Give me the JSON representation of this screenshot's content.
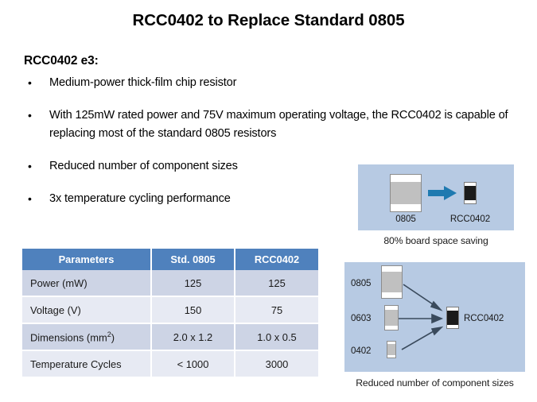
{
  "slide": {
    "title": "RCC0402 to Replace Standard 0805"
  },
  "content": {
    "lead_label": "RCC0402 e3:",
    "bullet_mark": "•",
    "bullets": [
      "Medium-power thick-film chip resistor",
      "With 125mW rated power and 75V maximum operating voltage, the RCC0402 is capable of replacing most of the standard 0805 resistors",
      "Reduced number of component sizes",
      "3x temperature cycling performance"
    ]
  },
  "table": {
    "headers": [
      "Parameters",
      "Std. 0805",
      "RCC0402"
    ],
    "rows": [
      {
        "parameter": "Power (mW)",
        "std0805": "125",
        "rcc0402": "125"
      },
      {
        "parameter": "Voltage (V)",
        "std0805": "150",
        "rcc0402": "75"
      },
      {
        "parameter": "Dimensions (mm",
        "parameter_sup": "2",
        "parameter_tail": ")",
        "std0805": "2.0 x 1.2",
        "rcc0402": "1.0 x 0.5"
      },
      {
        "parameter": "Temperature  Cycles",
        "std0805": "< 1000",
        "rcc0402": "3000"
      }
    ],
    "colors": {
      "header_bg": "#4F81BD",
      "header_text": "#FFFFFF",
      "row_odd_bg": "#CDD4E5",
      "row_even_bg": "#E7EAF3"
    }
  },
  "figures": {
    "space_saving": {
      "caption": "80% board space saving",
      "panel_bg": "#B7CAE3",
      "arrow_color": "#1F7AB0",
      "chips": [
        {
          "label": "0805",
          "body_color": "#C0C0C0"
        },
        {
          "label": "RCC0402",
          "body_color": "#1B1B1B"
        }
      ]
    },
    "size_reduction": {
      "caption": "Reduced number of component sizes",
      "panel_bg": "#B7CAE3",
      "arrow_color": "#3A4A5C",
      "source_chips": [
        {
          "label": "0805"
        },
        {
          "label": "0603"
        },
        {
          "label": "0402"
        }
      ],
      "target_chip": {
        "label": "RCC0402",
        "body_color": "#2B2B2B"
      }
    }
  }
}
